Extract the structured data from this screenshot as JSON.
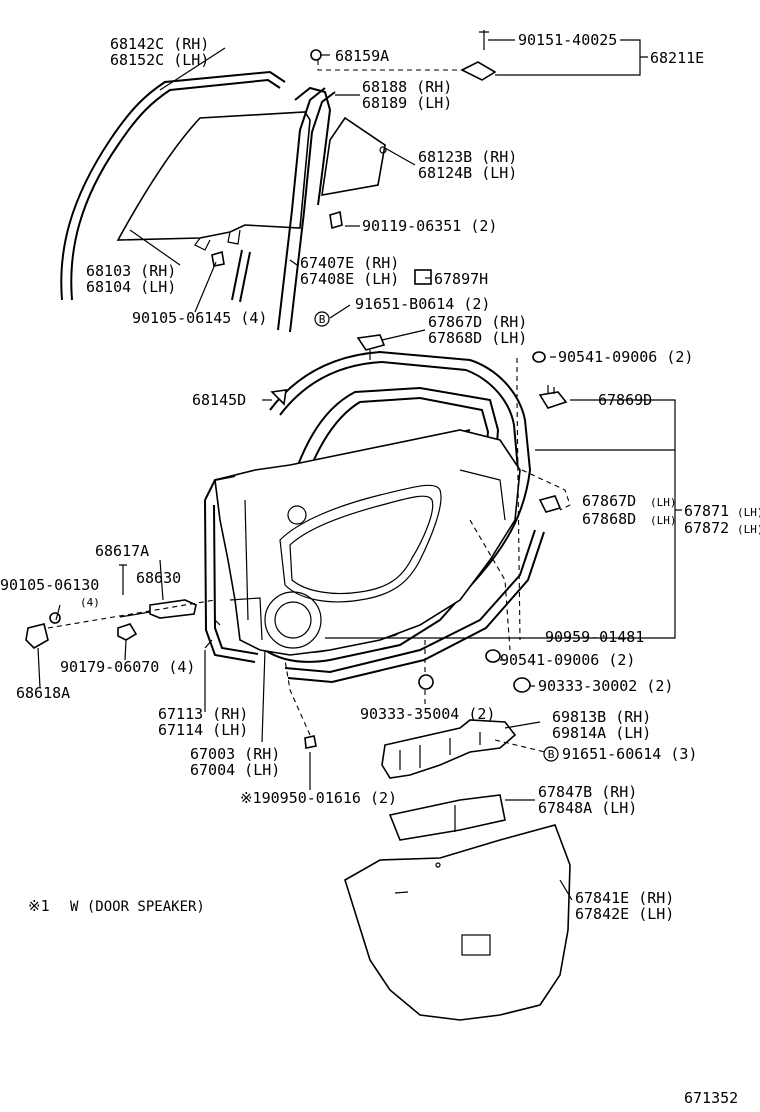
{
  "diagram_number": "671352",
  "note": {
    "mark": "※1",
    "text": "W (DOOR SPEAKER)"
  },
  "parts": {
    "p68142C": "68142C (RH)",
    "p68152C": "68152C (LH)",
    "p68159A": "68159A",
    "p90151": "90151-40025",
    "p68211E": "68211E",
    "p68188": "68188 (RH)",
    "p68189": "68189 (LH)",
    "p68123B": "68123B (RH)",
    "p68124B": "68124B (LH)",
    "p90119": "90119-06351 (2)",
    "p68103": "68103 (RH)",
    "p68104": "68104 (LH)",
    "p67407E": "67407E (RH)",
    "p67408E": "67408E (LH)",
    "p67897H": "67897H",
    "p90105a": "90105-06145 (4)",
    "p91651a": "91651-B0614 (2)",
    "p67867Da": "67867D (RH)",
    "p67868Da": "67868D (LH)",
    "p90541a": "90541-09006 (2)",
    "p68145D": "68145D",
    "p67869D": "67869D",
    "p67867Db": "67867D",
    "p67868Db": "67868D",
    "lh_small": "(LH)",
    "p67871": "67871",
    "p67872": "67872",
    "p68617A": "68617A",
    "p90105b": "90105-06130",
    "p90105b_qty": "(4)",
    "p68630": "68630",
    "p90959": "90959-01481",
    "p90179": "90179-06070 (4)",
    "p68618A": "68618A",
    "p90541b": "90541-09006 (2)",
    "p90333a": "90333-30002 (2)",
    "p67113": "67113 (RH)",
    "p67114": "67114 (LH)",
    "p90333b": "90333-35004 (2)",
    "p69813B": "69813B (RH)",
    "p69814A": "69814A (LH)",
    "p67003": "67003 (RH)",
    "p67004": "67004 (LH)",
    "p91651b": "91651-60614 (3)",
    "p90950": "※190950-01616 (2)",
    "p67847B": "67847B (RH)",
    "p67848A": "67848A (LH)",
    "p67841E": "67841E (RH)",
    "p67842E": "67842E (LH)",
    "bolt_mark": "B"
  }
}
